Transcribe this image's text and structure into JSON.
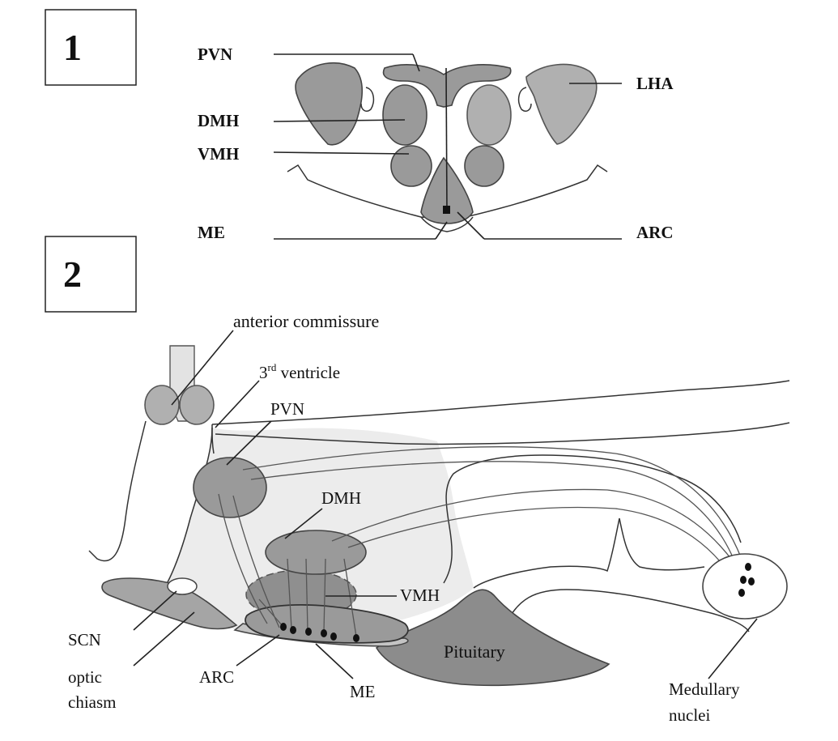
{
  "panels": {
    "p1": {
      "number": "1",
      "labels": {
        "pvn": "PVN",
        "dmh": "DMH",
        "vmh": "VMH",
        "me": "ME",
        "lha": "LHA",
        "arc": "ARC"
      }
    },
    "p2": {
      "number": "2",
      "labels": {
        "anterior_commissure": "anterior commissure",
        "third_ventricle_num": "3",
        "third_ventricle_sup": "rd",
        "third_ventricle_word": " ventricle",
        "pvn": "PVN",
        "dmh": "DMH",
        "vmh": "VMH",
        "scn": "SCN",
        "optic_line1": "optic",
        "optic_line2": "chiasm",
        "arc": "ARC",
        "me": "ME",
        "pituitary": "Pituitary",
        "medullary_line1": "Medullary",
        "medullary_line2": "nuclei"
      }
    }
  },
  "colors": {
    "nucleus_fill": "#9a9a9a",
    "light_fill": "#e9e9e9",
    "pituitary_fill": "#8c8c8c"
  }
}
